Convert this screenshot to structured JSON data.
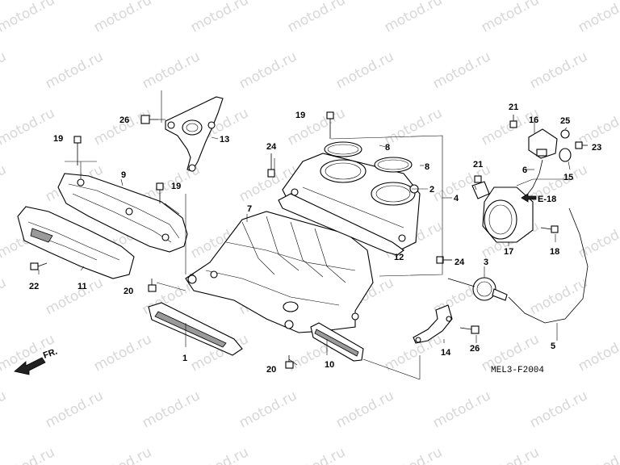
{
  "watermark": "motod.ru",
  "diagram_code": "MEL3-F2004",
  "front_marker": "FR.",
  "ref_marker": "E-18",
  "callouts": {
    "p1": "1",
    "p2": "2",
    "p3": "3",
    "p4": "4",
    "p5": "5",
    "p6": "6",
    "p7": "7",
    "p8a": "8",
    "p8b": "8",
    "p9": "9",
    "p10": "10",
    "p11": "11",
    "p12": "12",
    "p13": "13",
    "p14": "14",
    "p15": "15",
    "p16": "16",
    "p17": "17",
    "p18": "18",
    "p19a": "19",
    "p19b": "19",
    "p19c": "19",
    "p20a": "20",
    "p20b": "20",
    "p21a": "21",
    "p21b": "21",
    "p22": "22",
    "p23": "23",
    "p24a": "24",
    "p24b": "24",
    "p25": "25",
    "p26a": "26",
    "p26b": "26"
  }
}
